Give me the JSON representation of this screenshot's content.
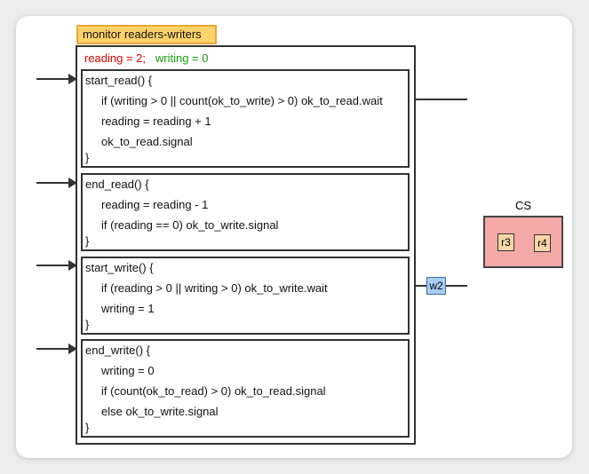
{
  "monitor": {
    "title": "monitor readers-writers",
    "state": {
      "reading_text": "reading = 2;",
      "writing_text": "writing = 0"
    },
    "procedures": [
      {
        "header": "start_read() {",
        "body": [
          "if (writing > 0 || count(ok_to_write) > 0) ok_to_read.wait",
          "reading = reading + 1",
          "ok_to_read.signal"
        ],
        "close": "}"
      },
      {
        "header": "end_read() {",
        "body": [
          "reading = reading - 1",
          "if (reading == 0) ok_to_write.signal"
        ],
        "close": "}"
      },
      {
        "header": "start_write() {",
        "body": [
          "if (reading > 0 || writing > 0) ok_to_write.wait",
          "writing = 1"
        ],
        "close": "}"
      },
      {
        "header": "end_write() {",
        "body": [
          "writing = 0",
          "if (count(ok_to_read) > 0) ok_to_read.signal",
          "else ok_to_write.signal"
        ],
        "close": "}"
      }
    ]
  },
  "critical_section": {
    "label": "CS",
    "threads": [
      "r3",
      "r4"
    ]
  },
  "waiting": {
    "ok_to_write_queue": [
      "w2"
    ]
  },
  "colors": {
    "reading": "#e00000",
    "writing": "#16a00a",
    "title_bg": "#ffd26a",
    "cs_bg": "#f4a8a8",
    "reader_token": "#f6d7a5",
    "writer_token": "#a9cdf2"
  }
}
